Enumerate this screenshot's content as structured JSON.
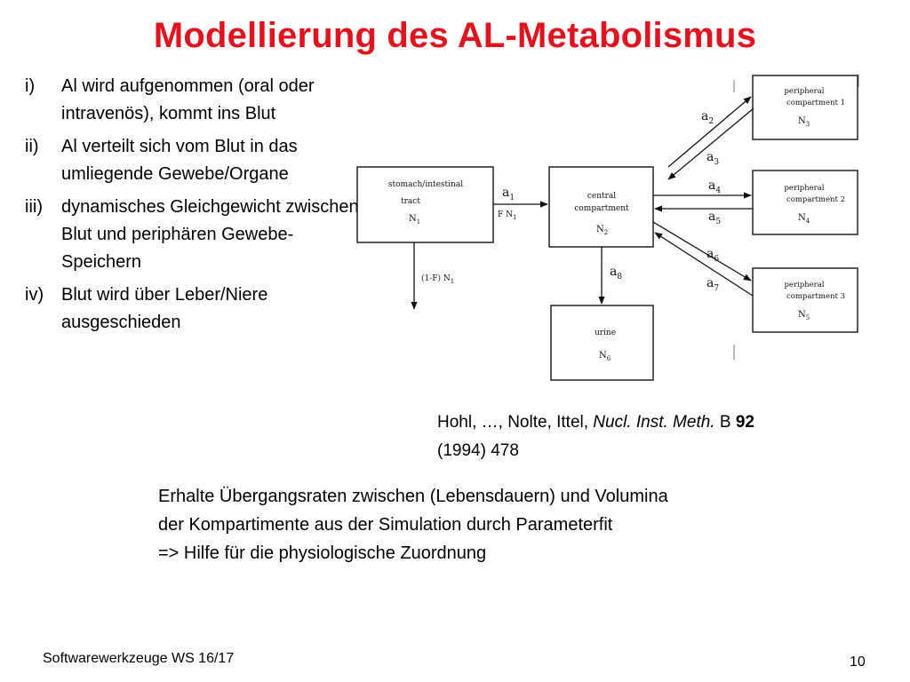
{
  "slide": {
    "title": "Modellierung des AL-Metabolismus",
    "list": [
      {
        "num": "i)",
        "text": "Al wird aufgenommen (oral oder intravenös),  kommt ins Blut"
      },
      {
        "num": "ii)",
        "text": "Al verteilt sich vom Blut in das umliegende Gewebe/Organe"
      },
      {
        "num": "iii)",
        "text": "dynamisches Gleichgewicht zwischen Blut und periphären Gewebe-Speichern"
      },
      {
        "num": "iv)",
        "text": "Blut wird über Leber/Niere ausgeschieden"
      }
    ],
    "reference": {
      "authors": "Hohl, …, Nolte, Ittel, ",
      "journal": "Nucl. Inst. Meth.",
      "series": " B ",
      "volume": "92",
      "year_page": "(1994) 478"
    },
    "conclusion": [
      "Erhalte Übergangsraten zwischen (Lebensdauern) und Volumina",
      "der Kompartimente aus der Simulation durch Parameterfit",
      "=> Hilfe für die physiologische Zuordnung"
    ],
    "footer": "Softwarewerkzeuge WS 16/17",
    "page_number": "10"
  },
  "diagram": {
    "stomach": {
      "line1": "stomach/intestinal",
      "line2": "tract",
      "n_main": "N",
      "n_sub": "1"
    },
    "central": {
      "line1": "central",
      "line2": "compartment",
      "n_main": "N",
      "n_sub": "2"
    },
    "peripheral1": {
      "line1": "peripheral",
      "line2": "compartment 1",
      "n_main": "N",
      "n_sub": "3"
    },
    "peripheral2": {
      "line1": "peripheral",
      "line2": "compartment 2",
      "n_main": "N",
      "n_sub": "4"
    },
    "peripheral3": {
      "line1": "peripheral",
      "line2": "compartment 3",
      "n_main": "N",
      "n_sub": "5"
    },
    "urine": {
      "line1": "urine",
      "n_main": "N",
      "n_sub": "6"
    },
    "rates": {
      "a1": {
        "main": "a",
        "sub": "1"
      },
      "a2": {
        "main": "a",
        "sub": "2"
      },
      "a3": {
        "main": "a",
        "sub": "3"
      },
      "a4": {
        "main": "a",
        "sub": "4"
      },
      "a5": {
        "main": "a",
        "sub": "5"
      },
      "a6": {
        "main": "a",
        "sub": "6"
      },
      "a7": {
        "main": "a",
        "sub": "7"
      },
      "a8": {
        "main": "a",
        "sub": "8"
      }
    },
    "flow_absorbed": {
      "main": "F  N",
      "sub": "1"
    },
    "flow_excreted": {
      "main": "(1-F)  N",
      "sub": "1"
    }
  }
}
